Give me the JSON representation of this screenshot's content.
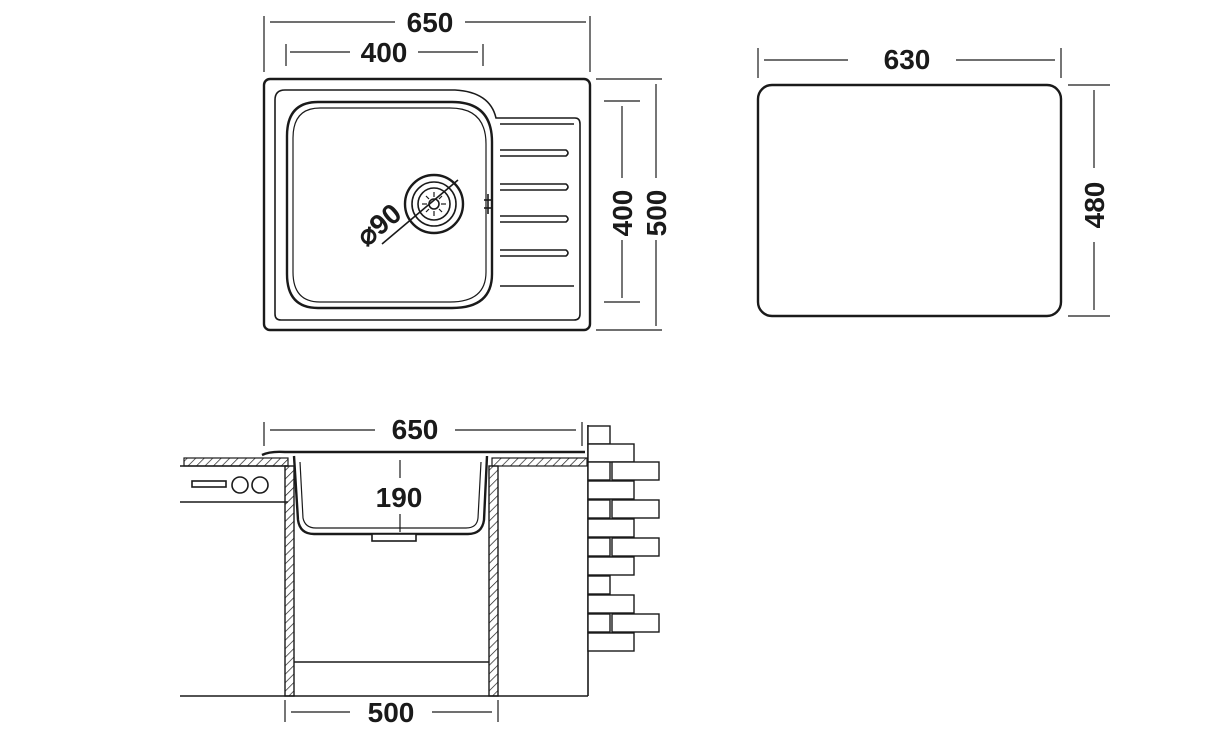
{
  "top_view": {
    "overall_width": "650",
    "bowl_width": "400",
    "bowl_depth": "400",
    "overall_depth": "500",
    "drain_diameter": "⌀90"
  },
  "cutout": {
    "width": "630",
    "depth": "480"
  },
  "section": {
    "overall_width": "650",
    "bowl_height": "190",
    "cabinet_width": "500"
  }
}
